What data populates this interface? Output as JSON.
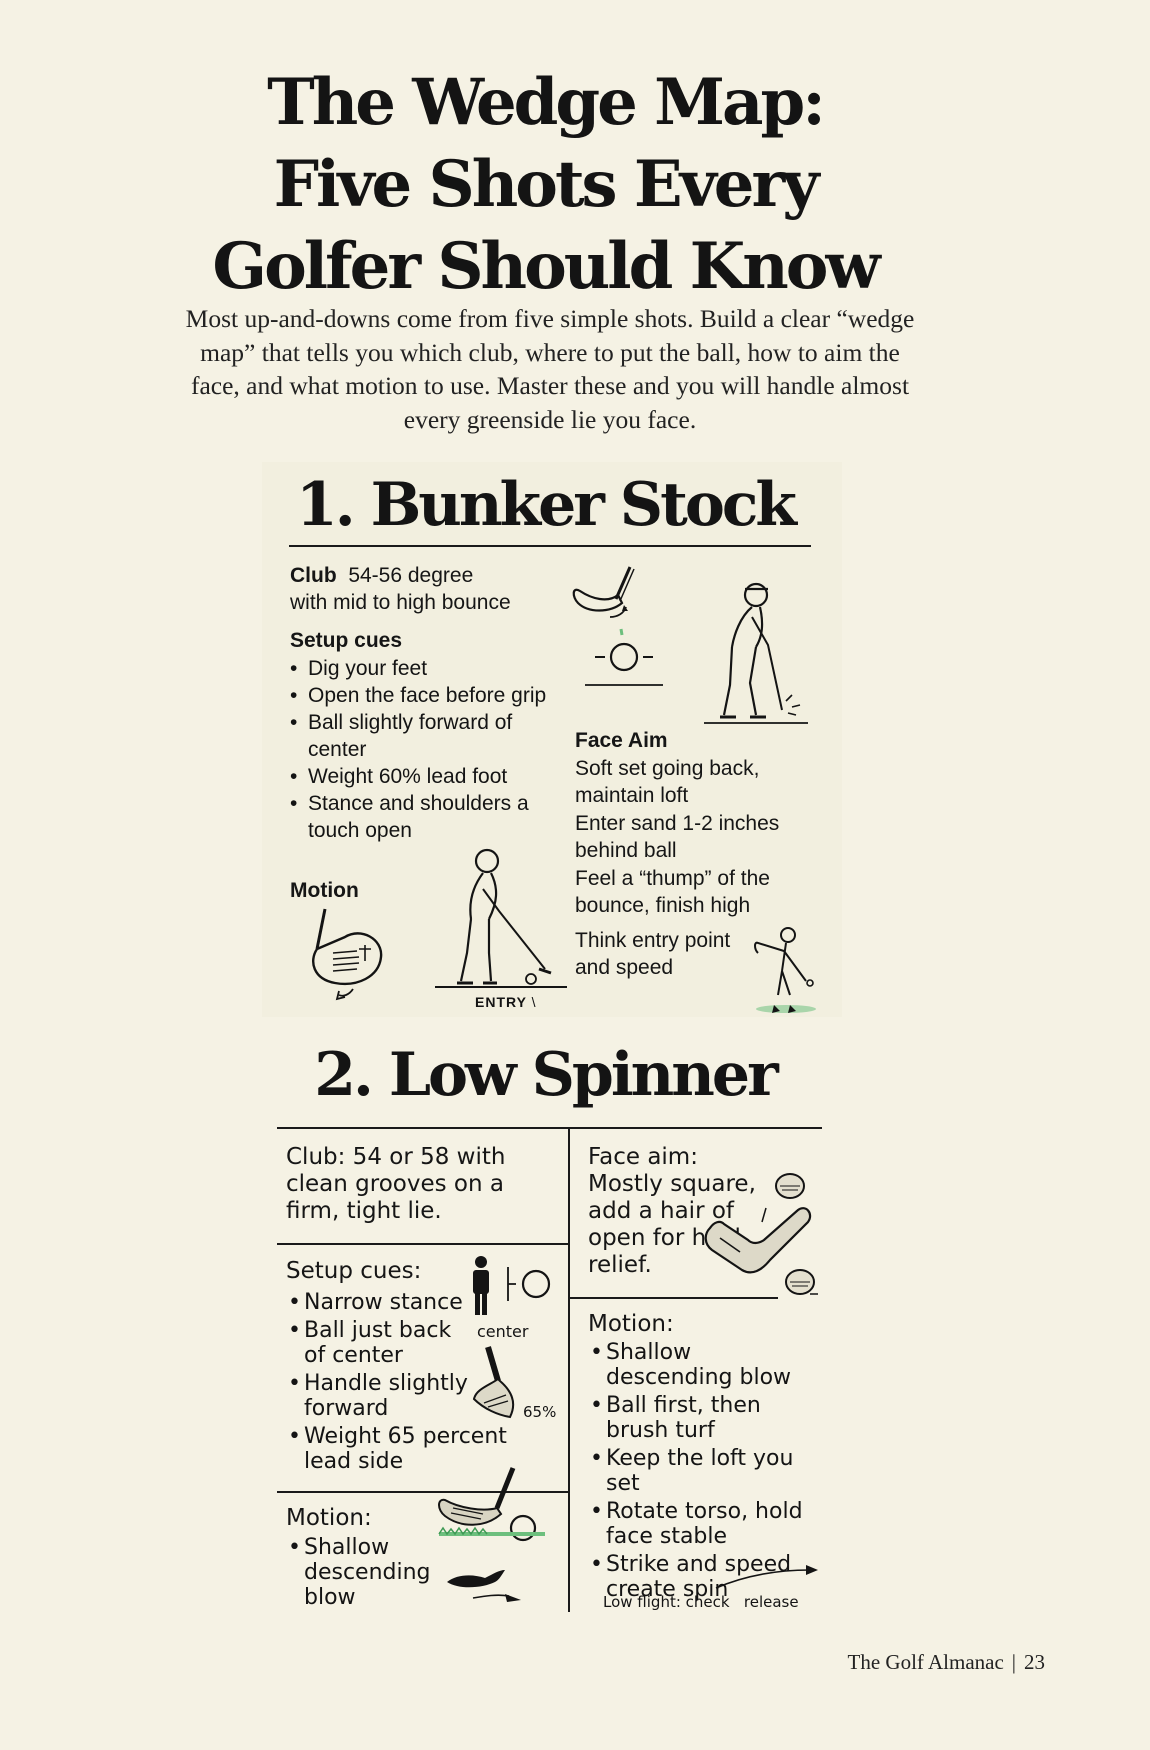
{
  "title": {
    "line1": "The Wedge Map:",
    "line2": "Five Shots Every",
    "line3": "Golfer Should Know"
  },
  "intro": "Most up-and-downs come from five simple shots. Build a clear “wedge map” that tells you which club, where to put the ball, how to aim the face, and what motion to use. Master these and you will handle almost every greenside lie you face.",
  "section1": {
    "title": "1. Bunker Stock",
    "club_label": "Club",
    "club_value": "54-56 degree",
    "club_value2": "with mid to high bounce",
    "setup_label": "Setup cues",
    "setup_items": [
      "Dig your feet",
      "Open the face before grip",
      "Ball slightly forward of center",
      "Weight 60% lead foot",
      "Stance and shoulders a touch open"
    ],
    "face_aim_label": "Face Aim",
    "face_aim_items": [
      "Soft set going back, maintain loft",
      "Enter sand 1-2 inches behind ball",
      "Feel a “thump” of the bounce, finish high",
      "Think entry point and speed"
    ],
    "motion_label": "Motion",
    "entry_label": "ENTRY"
  },
  "section2": {
    "title": "2. Low Spinner",
    "club_text": "Club: 54 or 58 with clean grooves on a firm, tight lie.",
    "setup_label": "Setup cues:",
    "setup_items": [
      "Narrow stance",
      "Ball just back of center",
      "Handle slightly forward",
      "Weight 65 percent lead side"
    ],
    "center_label": "center",
    "percent_label": "65%",
    "motion_left_label": "Motion:",
    "motion_left_items": [
      "Shallow descending blow"
    ],
    "face_aim_text": "Face aim: Mostly square, add a hair of open for heel relief.",
    "motion_right_label": "Motion:",
    "motion_right_items": [
      "Shallow descending blow",
      "Ball first, then brush turf",
      "Keep the loft you set",
      "Rotate torso, hold face stable",
      "Strike and speed create spin"
    ],
    "flight_note": "Low flight: check   release"
  },
  "footer": {
    "publication": "The Golf Almanac",
    "page": "23"
  },
  "colors": {
    "background": "#f5f2e4",
    "ink": "#141414",
    "turf_green": "#6dbf7d"
  }
}
